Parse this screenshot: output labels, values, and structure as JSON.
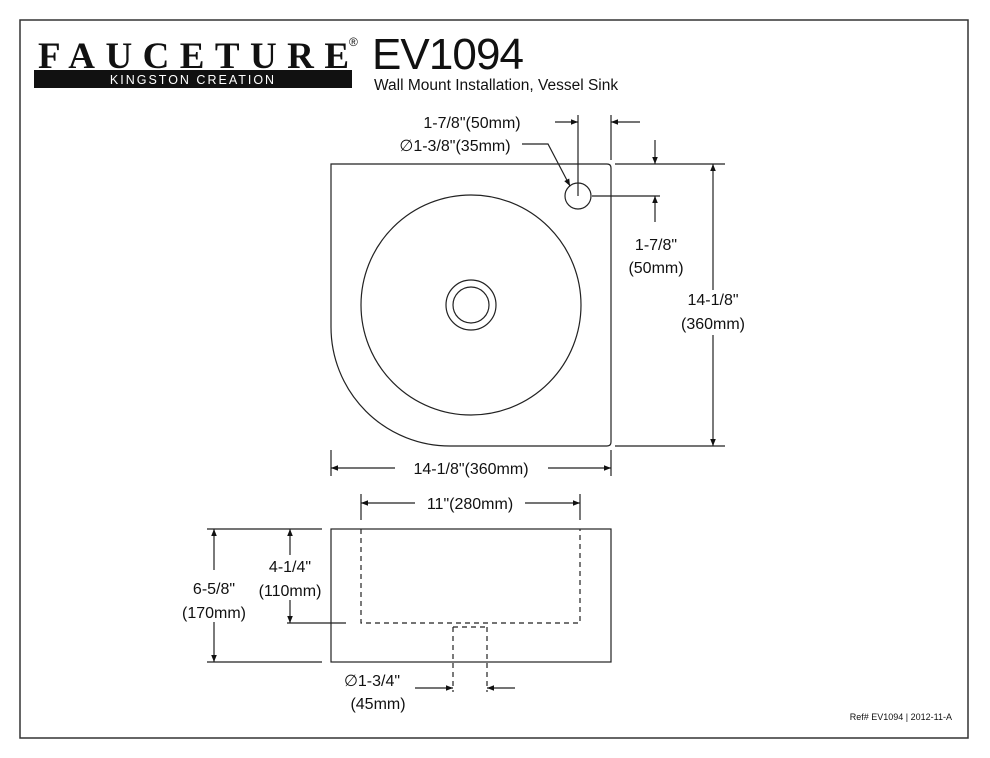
{
  "brand": {
    "name": "FAUCETURE",
    "tagline": "KINGSTON CREATION",
    "registered": "®"
  },
  "model": "EV1094",
  "subtitle": "Wall Mount Installation, Vessel Sink",
  "top_view": {
    "faucet_offset_x": "1-7/8\"(50mm)",
    "faucet_hole_diameter": "∅1-3/8\"(35mm)",
    "faucet_offset_y": [
      "1-7/8\"",
      "(50mm)"
    ],
    "depth": [
      "14-1/8\"",
      "(360mm)"
    ],
    "width": "14-1/8\"(360mm)"
  },
  "side_view": {
    "bowl_width": "11\"(280mm)",
    "total_height": [
      "6-5/8\"",
      "(170mm)"
    ],
    "bowl_depth": [
      "4-1/4\"",
      "(110mm)"
    ],
    "drain_diameter": [
      "∅1-3/4\"",
      "(45mm)"
    ]
  },
  "reference": "Ref# EV1094 | 2012-11-A"
}
